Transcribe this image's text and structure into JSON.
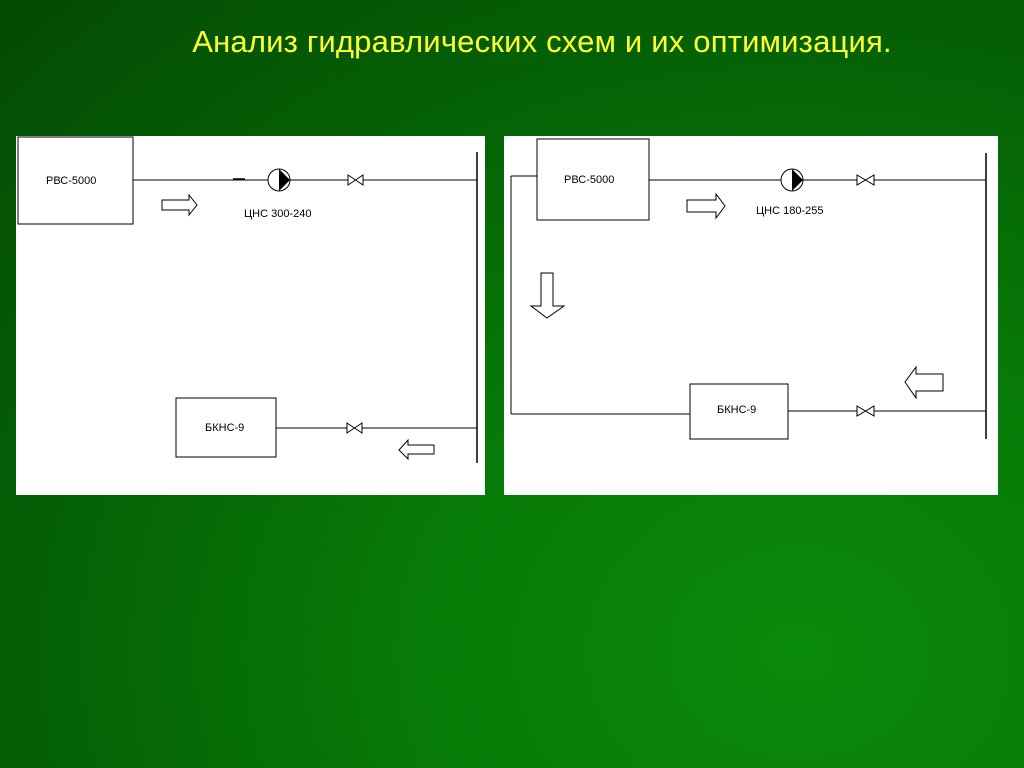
{
  "slide": {
    "title": "Анализ гидравлических схем и их оптимизация."
  },
  "left_scheme": {
    "tank_label": "РВС-5000",
    "pump_label": "ЦНС 300-240",
    "station_label": "БКНС-9"
  },
  "right_scheme": {
    "tank_label": "РВС-5000",
    "pump_label": "ЦНС 180-255",
    "station_label": "БКНС-9"
  },
  "colors": {
    "title": "#ffff33",
    "background": "#077a07",
    "panel": "#ffffff",
    "line": "#000000"
  }
}
